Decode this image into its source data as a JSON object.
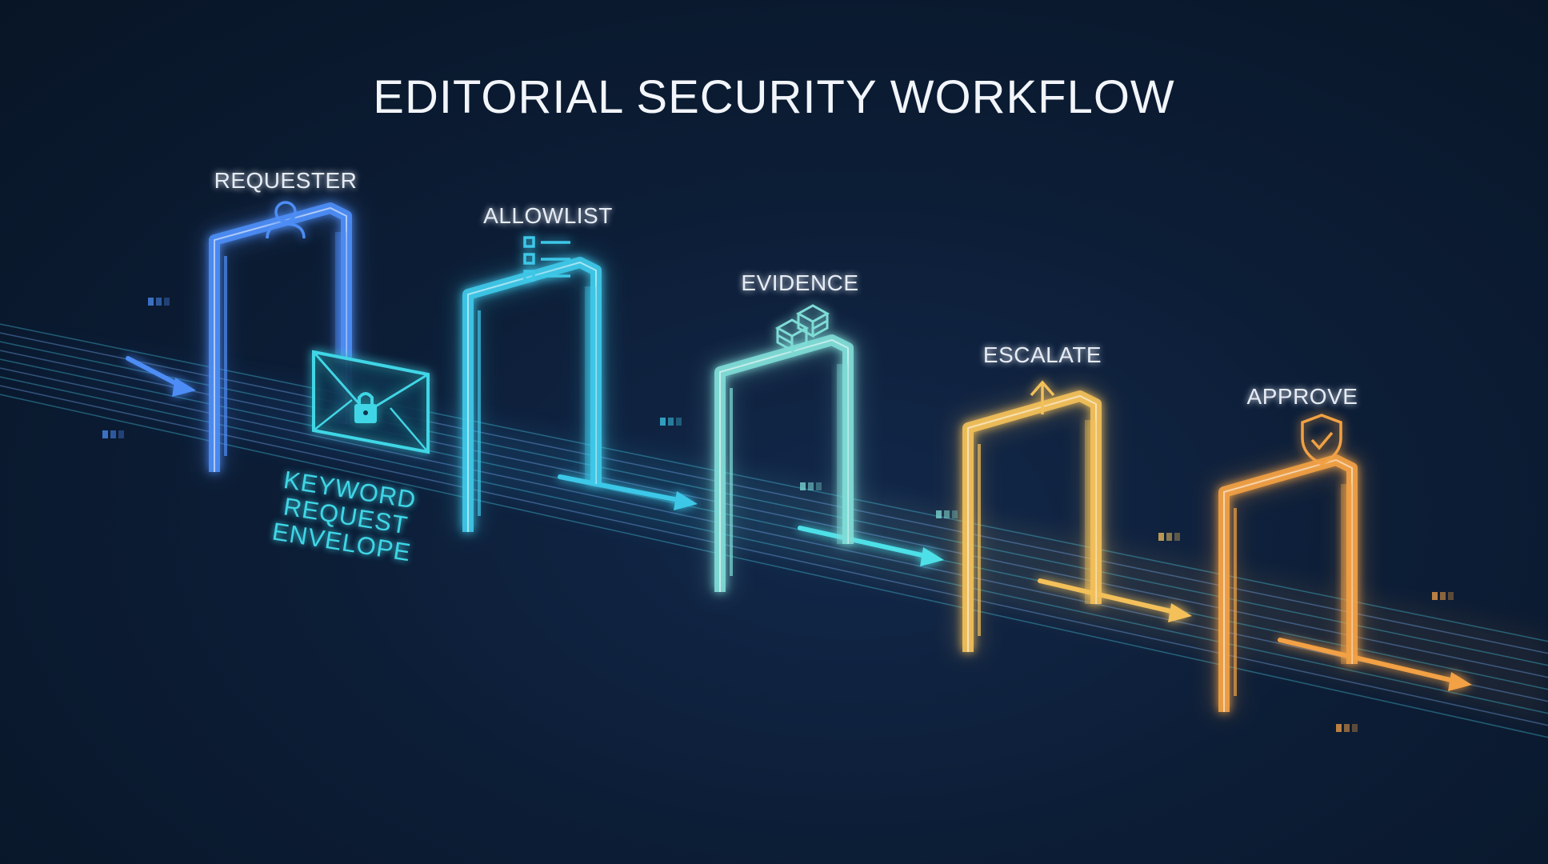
{
  "title": "EDITORIAL SECURITY WORKFLOW",
  "stages": [
    {
      "label": "REQUESTER",
      "icon": "user-icon",
      "color": "#4d8df5"
    },
    {
      "label": "ALLOWLIST",
      "icon": "checklist-icon",
      "color": "#3ec8e8"
    },
    {
      "label": "EVIDENCE",
      "icon": "stacked-blocks-icon",
      "color": "#7fdcd6"
    },
    {
      "label": "ESCALATE",
      "icon": "arrow-up-icon",
      "color": "#f3c05a"
    },
    {
      "label": "APPROVE",
      "icon": "shield-check-icon",
      "color": "#f2a145"
    }
  ],
  "envelope": {
    "label": "KEYWORD\nREQUEST\nENVELOPE",
    "icon": "locked-envelope-icon",
    "color": "#3fd6e6"
  },
  "colors": {
    "background": "#0b1a2e",
    "title": "#f2f5fa",
    "label": "#e6ecf5"
  }
}
